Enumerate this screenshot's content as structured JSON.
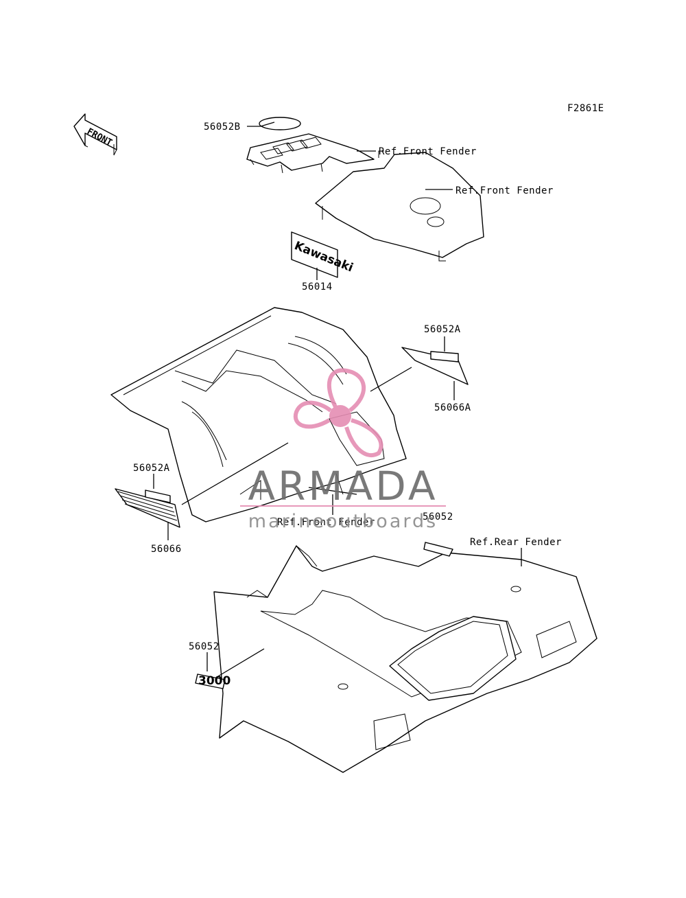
{
  "figure_code": "F2861E",
  "front_label": "FRONT",
  "callouts": {
    "p56052B": "56052B",
    "ref_front_fender_1": "Ref.Front Fender",
    "ref_front_fender_2": "Ref.Front Fender",
    "p56014": "56014",
    "p56052A_right": "56052A",
    "p56066A": "56066A",
    "p56052A_left": "56052A",
    "p56066": "56066",
    "ref_front_fender_3": "Ref.Front Fender",
    "p56052_mid": "56052",
    "ref_rear_fender": "Ref.Rear Fender",
    "p56052_low": "56052"
  },
  "decal_kawasaki": "Kawasaki",
  "decal_3000": "3000",
  "watermark": {
    "brand": "ARMADA",
    "tagline": "marineoutboards",
    "accent_color": "#e58db3",
    "text_color": "#6b6b6b"
  }
}
